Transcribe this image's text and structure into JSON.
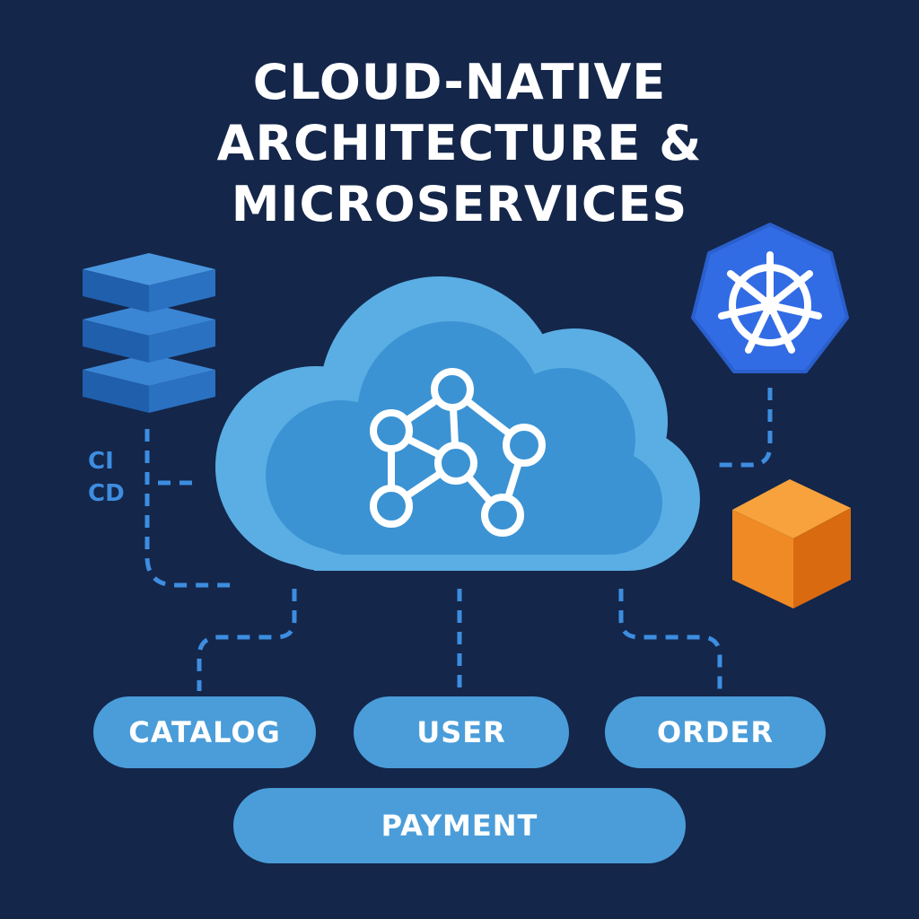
{
  "title": {
    "line1": "CLOUD-NATIVE",
    "line2": "ARCHITECTURE &",
    "line3": "MICROSERVICES"
  },
  "cicd": {
    "line1": "CI",
    "line2": "CD"
  },
  "services": {
    "catalog": "CATALOG",
    "user": "USER",
    "order": "ORDER",
    "payment": "PAYMENT"
  },
  "icons": {
    "database": "database-stack-icon",
    "kubernetes": "kubernetes-helm-icon",
    "container": "container-box-icon",
    "network": "network-graph-icon"
  },
  "colors": {
    "background": "#14264a",
    "cloud_outer": "#5aaee4",
    "cloud_inner": "#3b93d4",
    "accent_blue": "#3d8de0",
    "kubernetes_blue": "#326ce5",
    "container_orange": "#f08a24",
    "pill": "#4a9dd9"
  }
}
